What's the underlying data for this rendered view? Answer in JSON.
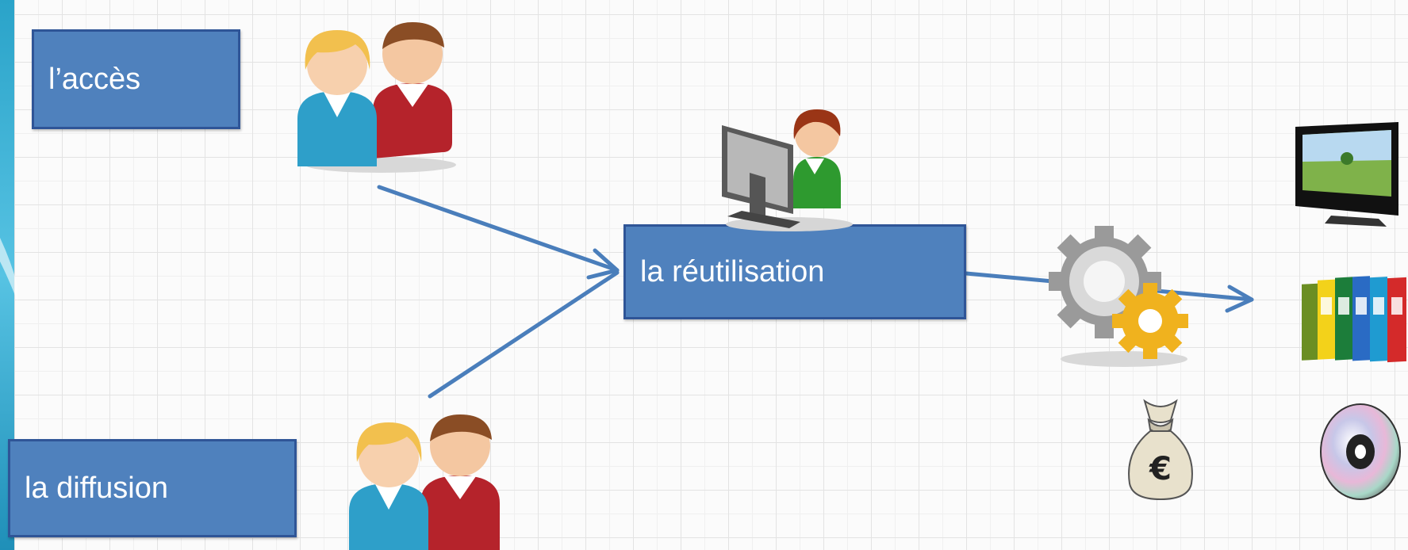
{
  "labels": {
    "access": "l’accès",
    "reuse": "la réutilisation",
    "distribution": "la diffusion"
  },
  "icons": [
    "users-icon",
    "users-icon",
    "computer-user-icon",
    "gear-icon",
    "money-bag-icon",
    "television-icon",
    "binders-icon",
    "disc-icon"
  ],
  "colors": {
    "box_fill": "#4f81bd",
    "box_border": "#2f5597",
    "arrow": "#4a7ebb",
    "text": "#ffffff"
  }
}
